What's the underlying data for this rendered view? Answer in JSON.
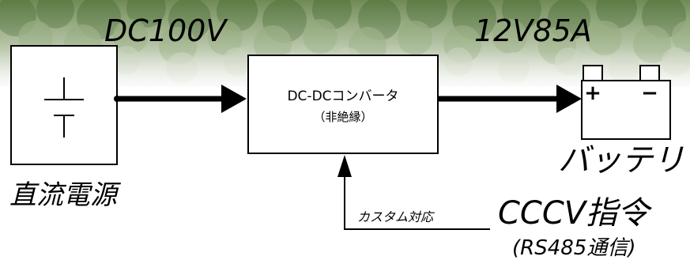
{
  "diagram": {
    "voltage_in": "DC100V",
    "output_spec": "12V85A",
    "power_source_label": "直流電源",
    "converter_line1": "DC-DCコンバータ",
    "converter_line2": "（非絶縁）",
    "battery_label": "バッテリ",
    "battery_plus": "+",
    "battery_minus": "−",
    "custom_label": "カスタム対応",
    "cccv_label": "CCCV指令",
    "rs485_label": "(RS485通信)"
  }
}
